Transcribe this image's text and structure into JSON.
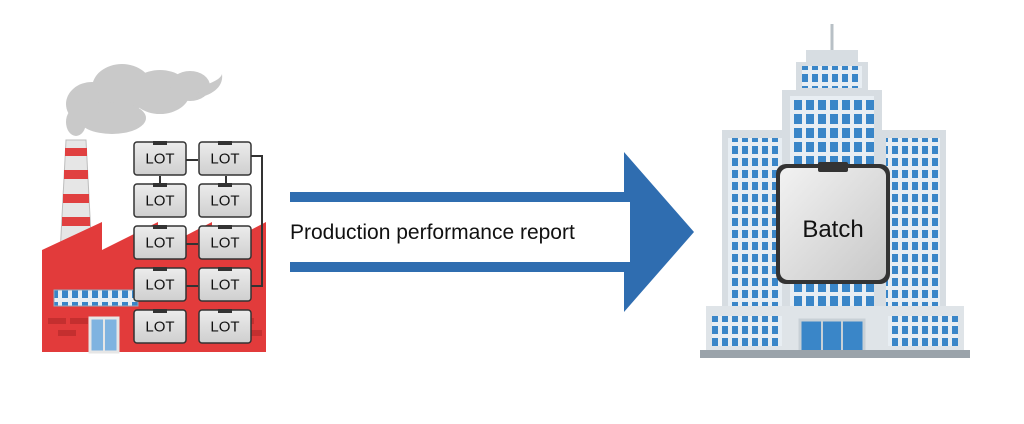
{
  "factory": {
    "lots": [
      "LOT",
      "LOT",
      "LOT",
      "LOT",
      "LOT",
      "LOT",
      "LOT",
      "LOT",
      "LOT",
      "LOT"
    ]
  },
  "arrow": {
    "label": "Production performance report"
  },
  "hq": {
    "card_label": "Batch"
  },
  "colors": {
    "factory_red": "#e23b3b",
    "chimney_stripe": "#e04040",
    "smoke": "#c9c9c9",
    "lot_fill": "#d9d9d9",
    "arrow_blue": "#2f6db0",
    "building_blue": "#3a86c8",
    "building_frame": "#d7dde2"
  }
}
